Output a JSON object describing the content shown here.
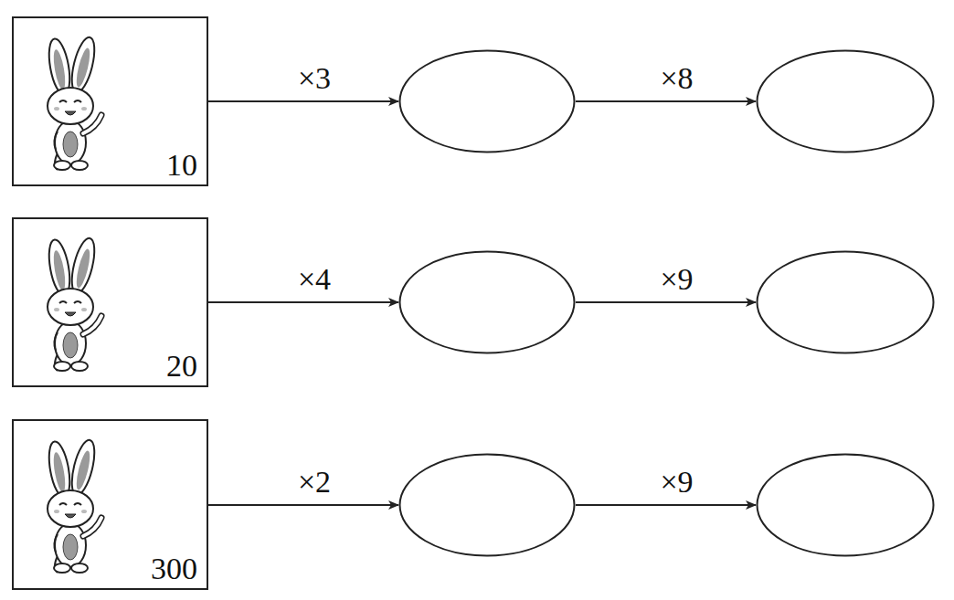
{
  "diagram": {
    "nodes": [
      {
        "text": [
          "10"
        ]
      },
      {
        "text": []
      },
      {
        "text": []
      },
      {
        "text": [
          "20"
        ]
      },
      {
        "text": []
      },
      {
        "text": []
      },
      {
        "text": [
          "300"
        ]
      },
      {
        "text": []
      },
      {
        "text": []
      }
    ],
    "edges": [
      {
        "from": 0,
        "to": 1,
        "label": "×3",
        "arrow": "to"
      },
      {
        "from": 1,
        "to": 2,
        "label": "×8",
        "arrow": "to"
      },
      {
        "from": 3,
        "to": 4,
        "label": "×4",
        "arrow": "to"
      },
      {
        "from": 4,
        "to": 5,
        "label": "×9",
        "arrow": "to"
      },
      {
        "from": 6,
        "to": 7,
        "label": "×2",
        "arrow": "to"
      },
      {
        "from": 7,
        "to": 8,
        "label": "×9",
        "arrow": "to"
      }
    ]
  }
}
